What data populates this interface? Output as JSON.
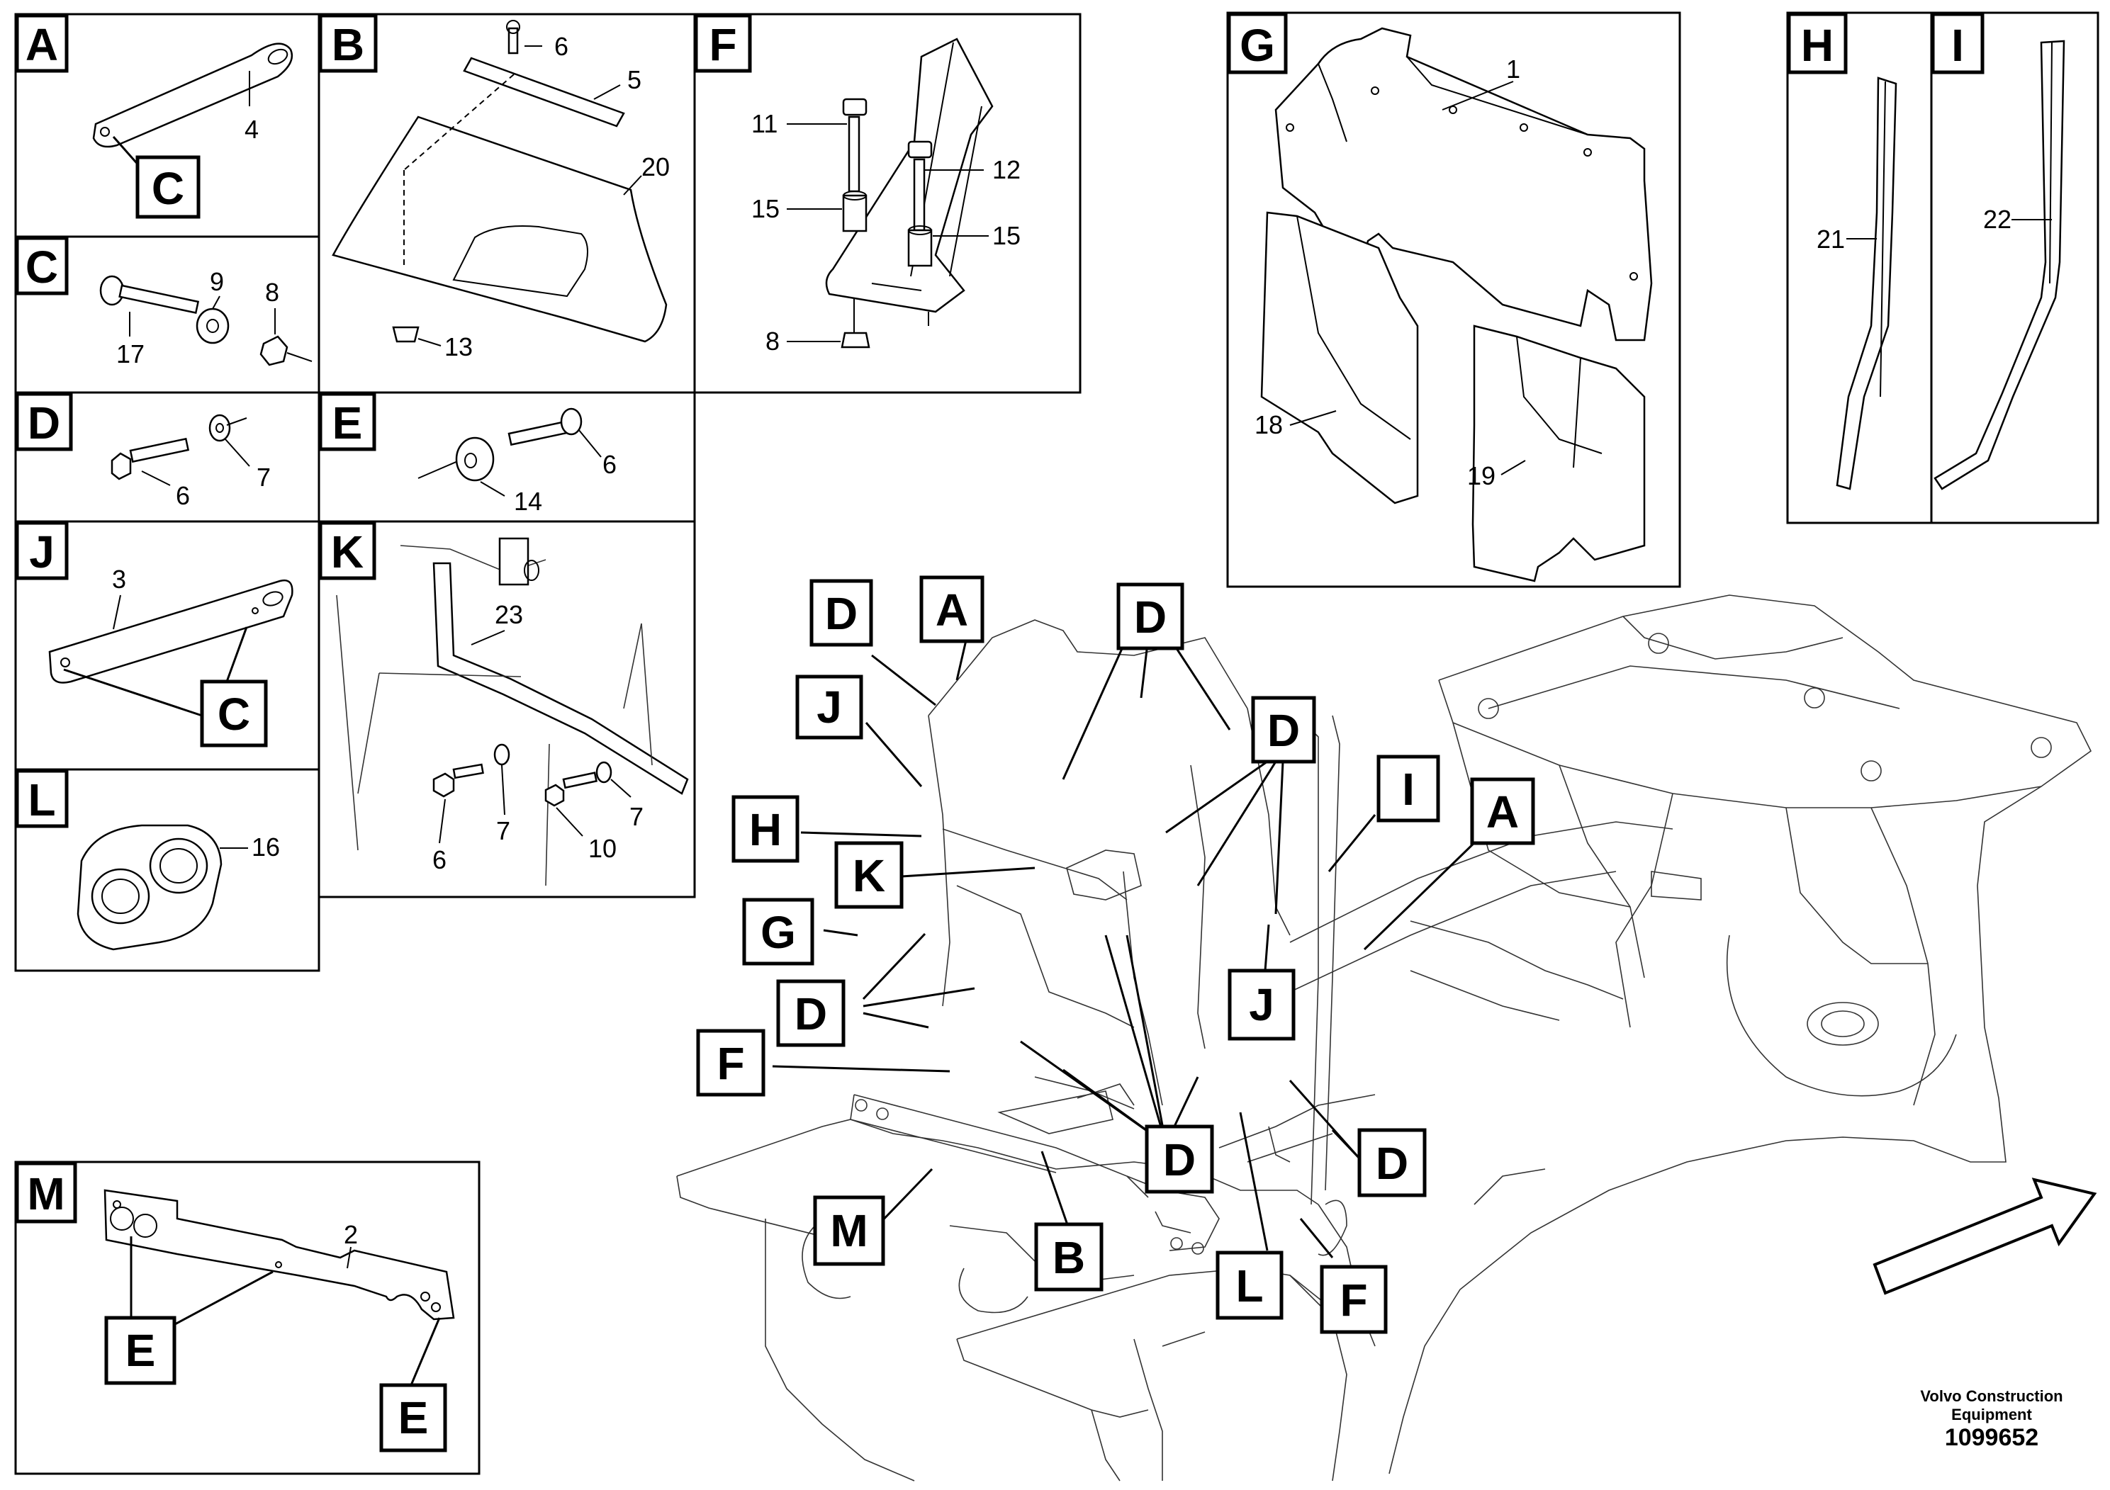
{
  "panels": {
    "A": {
      "letter": "A",
      "callout": "C",
      "parts": [
        "4"
      ]
    },
    "B": {
      "letter": "B",
      "parts": [
        "6",
        "5",
        "20",
        "13"
      ]
    },
    "C": {
      "letter": "C",
      "parts": [
        "9",
        "8",
        "17"
      ]
    },
    "D": {
      "letter": "D",
      "parts": [
        "6",
        "7"
      ]
    },
    "E": {
      "letter": "E",
      "parts": [
        "6",
        "14"
      ]
    },
    "F": {
      "letter": "F",
      "parts": [
        "11",
        "12",
        "15",
        "15",
        "8"
      ]
    },
    "G": {
      "letter": "G",
      "parts": [
        "1",
        "18",
        "19"
      ]
    },
    "H": {
      "letter": "H",
      "parts": [
        "21"
      ]
    },
    "I": {
      "letter": "I",
      "parts": [
        "22"
      ]
    },
    "J": {
      "letter": "J",
      "callout": "C",
      "parts": [
        "3"
      ]
    },
    "K": {
      "letter": "K",
      "parts": [
        "23",
        "6",
        "7",
        "10",
        "7"
      ]
    },
    "L": {
      "letter": "L",
      "parts": [
        "16"
      ]
    },
    "M": {
      "letter": "M",
      "callouts": [
        "E",
        "E"
      ],
      "parts": [
        "2"
      ]
    }
  },
  "main_callouts": [
    "D",
    "A",
    "D",
    "D",
    "J",
    "I",
    "A",
    "H",
    "K",
    "G",
    "J",
    "D",
    "F",
    "D",
    "D",
    "M",
    "B",
    "L",
    "F"
  ],
  "footer": {
    "brand_line1": "Volvo Construction",
    "brand_line2": "Equipment",
    "doc_number": "1099652"
  }
}
